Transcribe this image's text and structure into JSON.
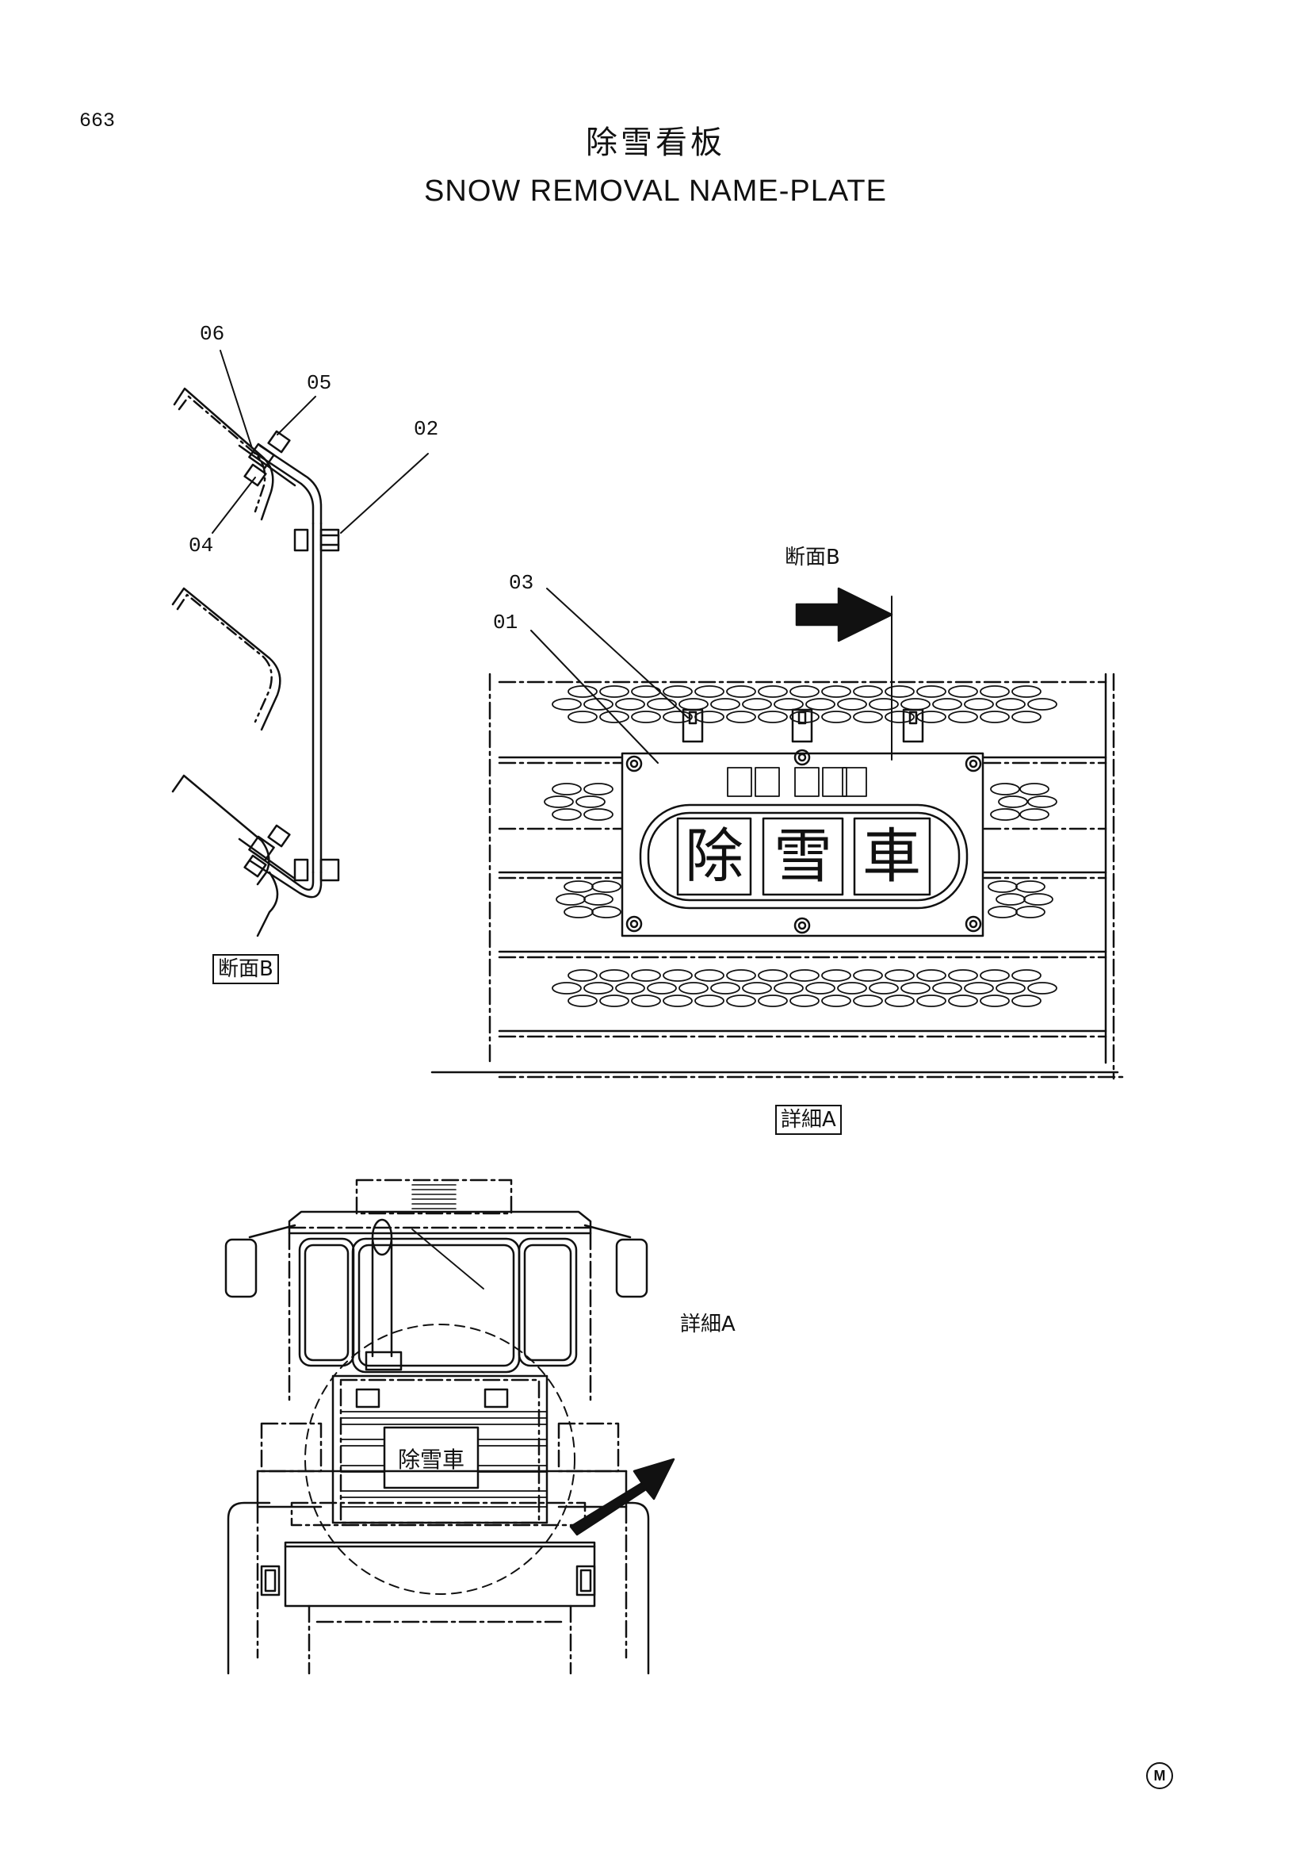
{
  "page_number": "663",
  "title": {
    "jp": "除雪看板",
    "en": "SNOW  REMOVAL  NAME-PLATE"
  },
  "part_labels": {
    "p01": "01",
    "p02": "02",
    "p03": "03",
    "p04": "04",
    "p05": "05",
    "p06": "06"
  },
  "views": {
    "section_b_label": "断面B",
    "section_b_arrow_label": "断面B",
    "detail_a_label": "詳細A",
    "detail_a_arrow_label": "詳細A"
  },
  "plate_text": {
    "detail": [
      "除",
      "雪",
      "車"
    ],
    "vehicle": "除雪車"
  },
  "corner_mark": "M"
}
